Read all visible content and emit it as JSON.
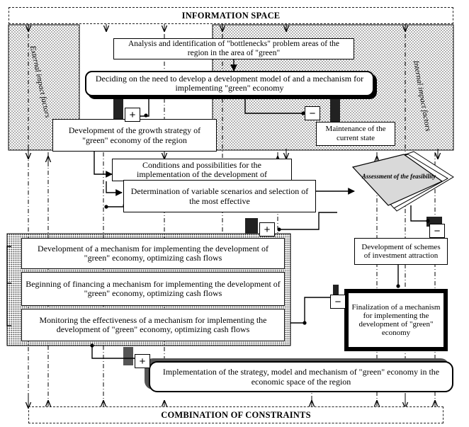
{
  "title": "INFORMATION SPACE",
  "footer": "COMBINATION OF CONSTRAINTS",
  "side_labels": {
    "left": "External impact factors",
    "right": "Internal impact factors"
  },
  "boxes": {
    "analysis": "Analysis and identification of \"bottlenecks\" problem areas of the region in the area of \"green\"",
    "deciding": "Deciding on the need to develop a development model of and a mechanism for implementing \"green\" economy",
    "growth_strategy": "Development of the growth strategy of \"green\" economy of the region",
    "maintenance": "Maintenance of the current state",
    "conditions": "Conditions and possibilities for the implementation of the development of",
    "scenarios": "Determination of variable scenarios and selection of the most effective",
    "assessment": "Assessment of the feasibility",
    "mech_dev": "Development of a mechanism for implementing the development of \"green\" economy, optimizing cash flows",
    "financing": "Beginning of financing a mechanism for implementing the development of \"green\" economy, optimizing cash flows",
    "monitoring": "Monitoring the effectiveness of a mechanism for implementing the development of \"green\" economy, optimizing cash flows",
    "investment": "Development of schemes of investment attraction",
    "finalization": "Finalization of a mechanism for implementing the development of \"green\" economy",
    "implementation": "Implementation of the strategy, model and mechanism of \"green\" economy in the economic space of the region"
  },
  "signs": {
    "plus": "+",
    "minus": "−"
  },
  "colors": {
    "line": "#000000",
    "shadow_dark": "#222222",
    "pattern_dot": "#555555"
  }
}
